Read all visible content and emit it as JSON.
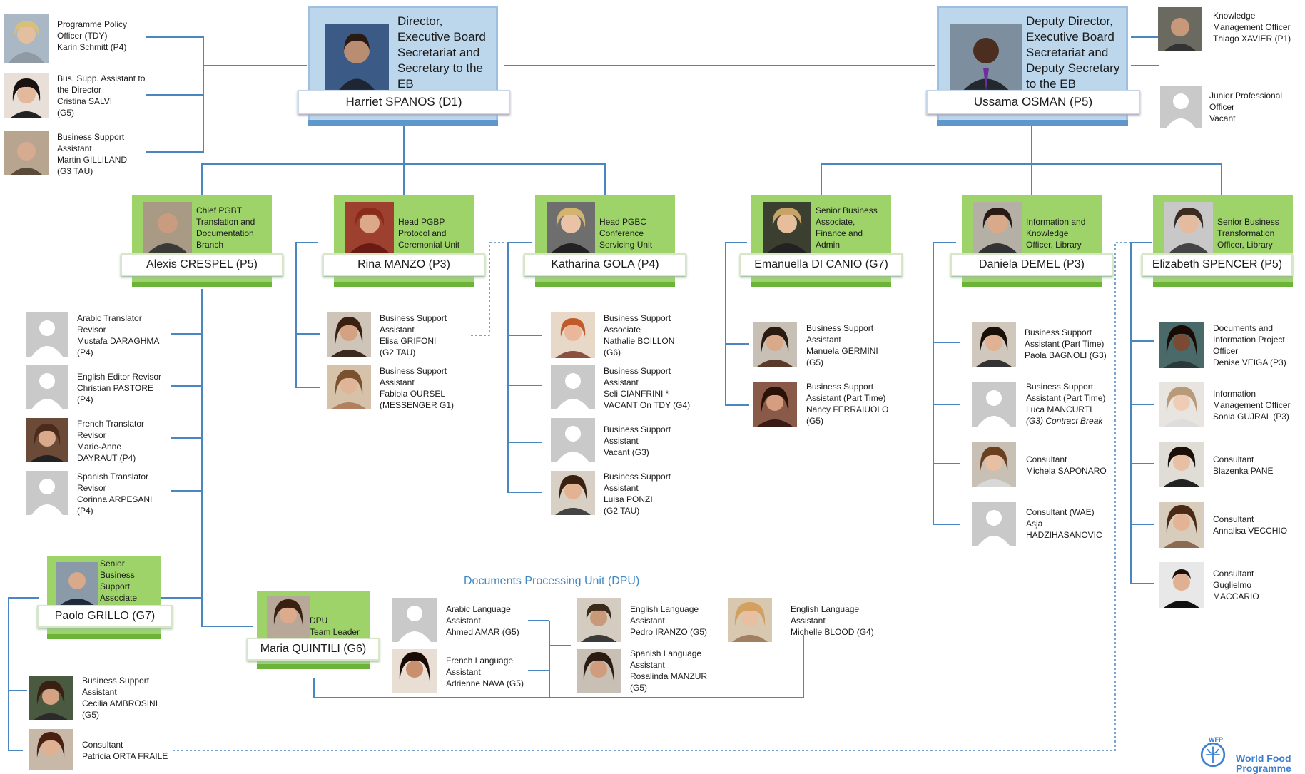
{
  "director": {
    "title_lines": [
      "Director,",
      "Executive Board",
      "Secretariat and",
      "Secretary to the",
      "EB"
    ],
    "name": "Harriet SPANOS (D1)"
  },
  "deputy": {
    "title_lines": [
      "Deputy Director,",
      "Executive Board",
      "Secretariat and",
      "Deputy Secretary",
      "to the EB"
    ],
    "name": "Ussama OSMAN (P5)"
  },
  "director_staff": [
    {
      "lines": [
        "Programme Policy",
        "Officer (TDY)",
        "Karin Schmitt (P4)"
      ]
    },
    {
      "lines": [
        "Bus. Supp. Assistant to",
        "the Director",
        "Cristina SALVI",
        "(G5)"
      ]
    },
    {
      "lines": [
        "Business Support",
        "Assistant",
        "Martin GILLILAND",
        "(G3 TAU)"
      ]
    }
  ],
  "deputy_staff": [
    {
      "lines": [
        "Knowledge",
        "Management Officer",
        "Thiago XAVIER (P1)"
      ]
    },
    {
      "lines": [
        "Junior Professional",
        "Officer",
        "Vacant"
      ]
    }
  ],
  "managers": [
    {
      "title_lines": [
        "Chief PGBT",
        "Translation and",
        "Documentation",
        "Branch"
      ],
      "name": "Alexis CRESPEL (P5)"
    },
    {
      "title_lines": [
        "Head PGBP",
        "Protocol and",
        "Ceremonial Unit"
      ],
      "name": "Rina MANZO (P3)"
    },
    {
      "title_lines": [
        "Head PGBC",
        "Conference",
        "Servicing Unit"
      ],
      "name": "Katharina GOLA (P4)"
    },
    {
      "title_lines": [
        "Senior Business",
        "Associate,",
        "Finance and",
        "Admin"
      ],
      "name": "Emanuella DI CANIO (G7)"
    },
    {
      "title_lines": [
        "Information and",
        "Knowledge",
        "Officer, Library"
      ],
      "name": "Daniela DEMEL (P3)"
    },
    {
      "title_lines": [
        "Senior Business",
        "Transformation",
        "Officer, Library"
      ],
      "name": "Elizabeth SPENCER (P5)"
    }
  ],
  "crespel_staff": [
    {
      "lines": [
        "Arabic Translator",
        "Revisor",
        "Mustafa DARAGHMA",
        "(P4)"
      ]
    },
    {
      "lines": [
        "English Editor Revisor",
        "Christian PASTORE",
        "(P4)"
      ]
    },
    {
      "lines": [
        "French Translator",
        "Revisor",
        "Marie-Anne",
        "DAYRAUT (P4)"
      ]
    },
    {
      "lines": [
        "Spanish Translator",
        "Revisor",
        "Corinna ARPESANI",
        "(P4)"
      ]
    }
  ],
  "manzo_staff": [
    {
      "lines": [
        "Business Support",
        "Assistant",
        "Elisa GRIFONI",
        "(G2 TAU)"
      ]
    },
    {
      "lines": [
        "Business Support",
        "Assistant",
        "Fabiola OURSEL",
        "(MESSENGER G1)"
      ]
    }
  ],
  "gola_staff": [
    {
      "lines": [
        "Business Support",
        "Associate",
        "Nathalie BOILLON",
        "(G6)"
      ]
    },
    {
      "lines": [
        "Business Support",
        "Assistant",
        "Seli CIANFRINI *",
        "VACANT On TDY (G4)"
      ]
    },
    {
      "lines": [
        "Business Support",
        "Assistant",
        "Vacant (G3)"
      ]
    },
    {
      "lines": [
        "Business Support",
        "Assistant",
        "Luisa PONZI",
        "(G2 TAU)"
      ]
    }
  ],
  "dicanio_staff": [
    {
      "lines": [
        "Business Support",
        "Assistant",
        "Manuela GERMINI",
        "(G5)"
      ]
    },
    {
      "lines": [
        "Business Support",
        "Assistant (Part Time)",
        "Nancy FERRAIUOLO",
        "(G5)"
      ]
    }
  ],
  "demel_staff": [
    {
      "lines": [
        "Business Support",
        "Assistant (Part Time)",
        "Paola BAGNOLI (G3)"
      ]
    },
    {
      "lines": [
        "Business Support",
        "Assistant (Part Time)",
        "Luca MANCURTI",
        "(G3) Contract Break"
      ]
    },
    {
      "lines": [
        "Consultant",
        "Michela SAPONARO"
      ]
    },
    {
      "lines": [
        "Consultant (WAE)",
        "Asja",
        "HADZIHASANOVIC"
      ]
    }
  ],
  "spencer_staff": [
    {
      "lines": [
        "Documents and",
        "Information Project",
        "Officer",
        "Denise VEIGA (P3)"
      ]
    },
    {
      "lines": [
        "Information",
        "Management Officer",
        "Sonia GUJRAL (P3)"
      ]
    },
    {
      "lines": [
        "Consultant",
        "Blazenka PANE"
      ]
    },
    {
      "lines": [
        "Consultant",
        "Annalisa VECCHIO"
      ]
    },
    {
      "lines": [
        "Consultant",
        "Guglielmo",
        "MACCARIO"
      ]
    }
  ],
  "grillo": {
    "title_lines": [
      "Senior",
      "Business",
      "Support",
      "Associate"
    ],
    "name": "Paolo GRILLO (G7)"
  },
  "grillo_staff": [
    {
      "lines": [
        "Business Support",
        "Assistant",
        "Cecilia AMBROSINI",
        "(G5)"
      ]
    },
    {
      "lines": [
        "Consultant",
        "Patricia ORTA FRAILE"
      ]
    }
  ],
  "dpu": {
    "heading": "Documents Processing Unit (DPU)",
    "leader_title_lines": [
      "DPU",
      "Team Leader"
    ],
    "leader_name": "Maria QUINTILI (G6)",
    "staff": [
      {
        "lines": [
          "Arabic Language",
          "Assistant",
          "Ahmed AMAR  (G5)"
        ]
      },
      {
        "lines": [
          "French Language",
          "Assistant",
          "Adrienne NAVA (G5)"
        ]
      },
      {
        "lines": [
          "English Language",
          "Assistant",
          "Pedro IRANZO (G5)"
        ]
      },
      {
        "lines": [
          "Spanish Language",
          "Assistant",
          "Rosalinda MANZUR",
          "(G5)"
        ]
      },
      {
        "lines": [
          "English Language",
          "Assistant",
          "Michelle BLOOD (G4)"
        ]
      }
    ]
  },
  "logo": {
    "small": "WFP",
    "line1": "World Food",
    "line2": "Programme"
  },
  "colors": {
    "exec_fill": "#bcd6ec",
    "exec_base": "#5e97cc",
    "manager_fill": "#9ed36a",
    "manager_base": "#6cb33a",
    "line": "#4a86c0",
    "dpu_heading": "#3f88c5"
  }
}
